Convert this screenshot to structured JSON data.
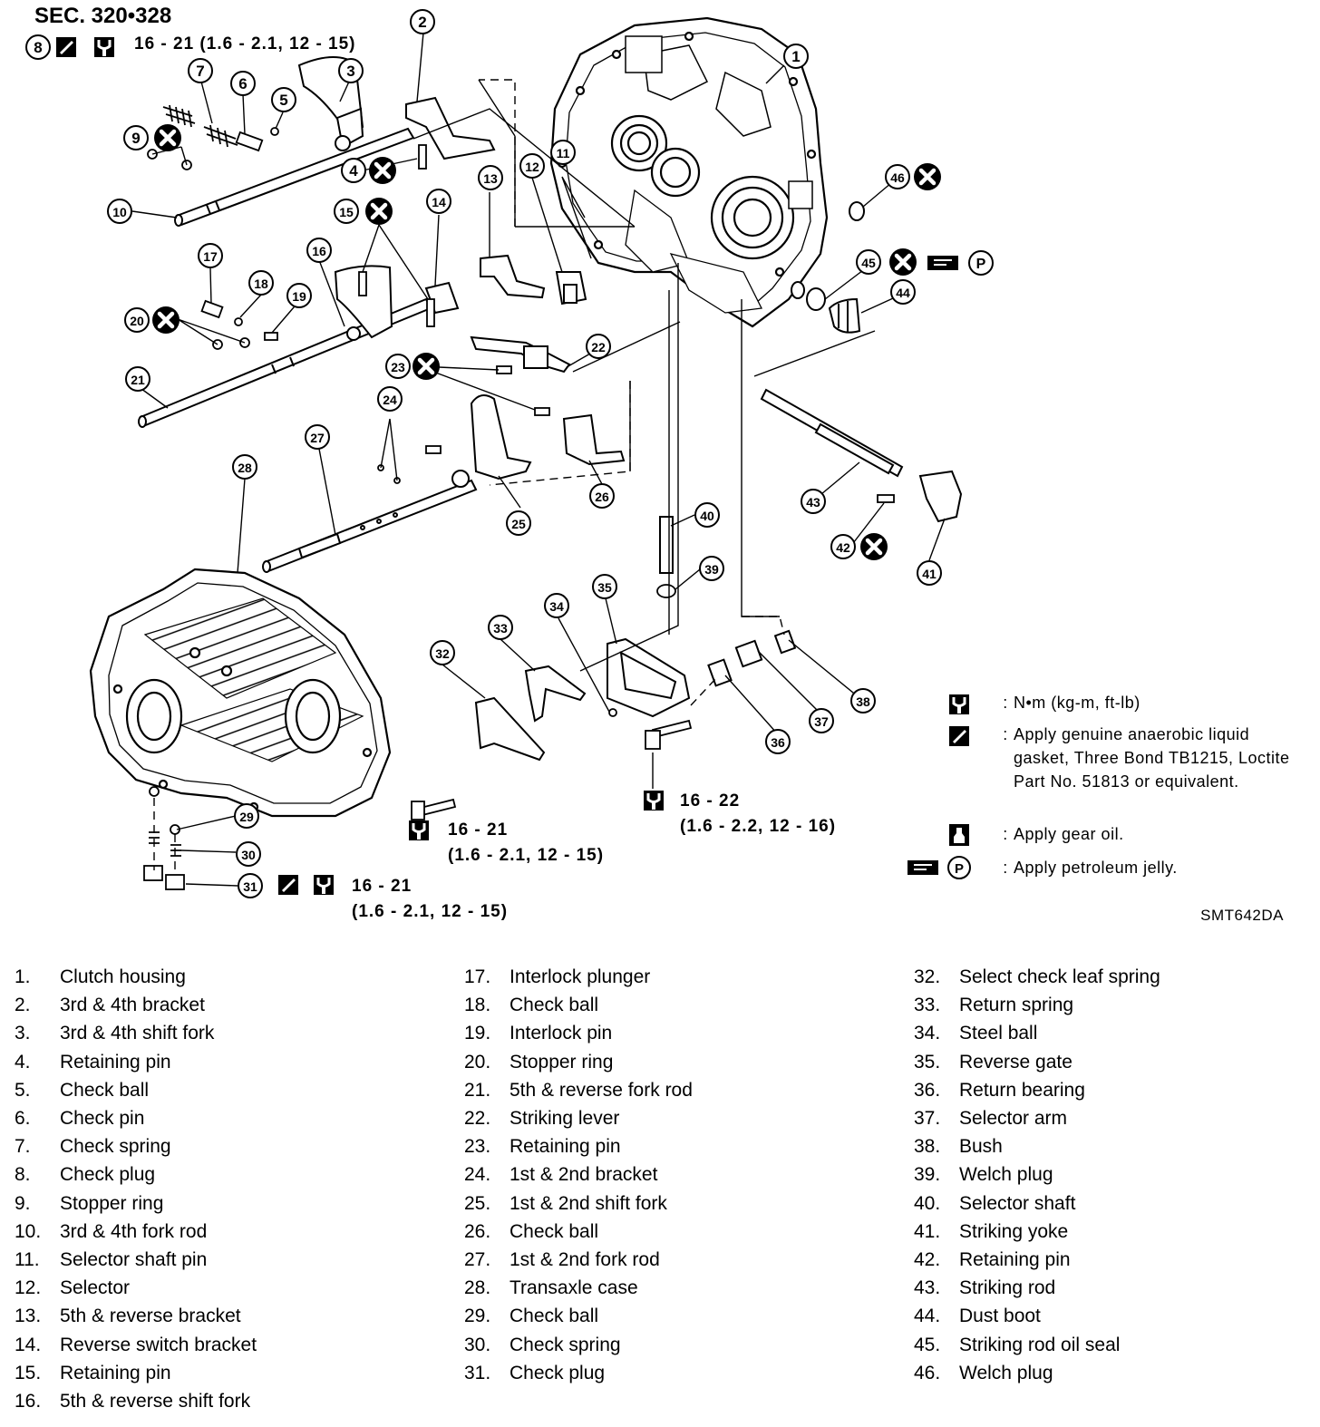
{
  "header": {
    "section": "SEC. 320•328",
    "top_callout_number": "8",
    "top_torque": "16 - 21 (1.6 - 2.1, 12 - 15)"
  },
  "torque_callouts": [
    {
      "line1": "16 - 21",
      "line2": "(1.6 - 2.1, 12 - 15)"
    },
    {
      "line1": "16 - 22",
      "line2": "(1.6 - 2.2, 12 - 16)"
    },
    {
      "line1": "16 - 21",
      "line2": "(1.6 - 2.1, 12 - 15)"
    }
  ],
  "legend": [
    {
      "icon": "torque-wrench-icon",
      "text": "N•m (kg-m, ft-lb)"
    },
    {
      "icon": "liquid-gasket-icon",
      "text": "Apply genuine anaerobic liquid gasket, Three Bond TB1215, Loctite Part No. 51813 or equivalent."
    },
    {
      "icon": "gear-oil-icon",
      "text": "Apply gear oil."
    },
    {
      "icon": "petroleum-jelly-icon",
      "text": "Apply petroleum jelly."
    }
  ],
  "figure_code": "SMT642DA",
  "callouts": [
    "1",
    "2",
    "3",
    "4",
    "5",
    "6",
    "7",
    "8",
    "9",
    "10",
    "11",
    "12",
    "13",
    "14",
    "15",
    "16",
    "17",
    "18",
    "19",
    "20",
    "21",
    "22",
    "23",
    "24",
    "25",
    "26",
    "27",
    "28",
    "29",
    "30",
    "31",
    "32",
    "33",
    "34",
    "35",
    "36",
    "37",
    "38",
    "39",
    "40",
    "41",
    "42",
    "43",
    "44",
    "45",
    "46"
  ],
  "parts": [
    {
      "num": "1.",
      "name": "Clutch housing"
    },
    {
      "num": "2.",
      "name": "3rd & 4th bracket"
    },
    {
      "num": "3.",
      "name": "3rd & 4th shift fork"
    },
    {
      "num": "4.",
      "name": "Retaining pin"
    },
    {
      "num": "5.",
      "name": "Check ball"
    },
    {
      "num": "6.",
      "name": "Check pin"
    },
    {
      "num": "7.",
      "name": "Check spring"
    },
    {
      "num": "8.",
      "name": "Check plug"
    },
    {
      "num": "9.",
      "name": "Stopper ring"
    },
    {
      "num": "10.",
      "name": "3rd & 4th fork rod"
    },
    {
      "num": "11.",
      "name": "Selector shaft pin"
    },
    {
      "num": "12.",
      "name": "Selector"
    },
    {
      "num": "13.",
      "name": "5th & reverse bracket"
    },
    {
      "num": "14.",
      "name": "Reverse switch bracket"
    },
    {
      "num": "15.",
      "name": "Retaining pin"
    },
    {
      "num": "16.",
      "name": "5th & reverse shift fork"
    },
    {
      "num": "17.",
      "name": "Interlock plunger"
    },
    {
      "num": "18.",
      "name": "Check ball"
    },
    {
      "num": "19.",
      "name": "Interlock pin"
    },
    {
      "num": "20.",
      "name": "Stopper ring"
    },
    {
      "num": "21.",
      "name": "5th & reverse fork rod"
    },
    {
      "num": "22.",
      "name": "Striking lever"
    },
    {
      "num": "23.",
      "name": "Retaining pin"
    },
    {
      "num": "24.",
      "name": "1st & 2nd bracket"
    },
    {
      "num": "25.",
      "name": "1st & 2nd shift fork"
    },
    {
      "num": "26.",
      "name": "Check ball"
    },
    {
      "num": "27.",
      "name": "1st & 2nd fork rod"
    },
    {
      "num": "28.",
      "name": "Transaxle case"
    },
    {
      "num": "29.",
      "name": "Check ball"
    },
    {
      "num": "30.",
      "name": "Check spring"
    },
    {
      "num": "31.",
      "name": "Check plug"
    },
    {
      "num": "32.",
      "name": "Select check leaf spring"
    },
    {
      "num": "33.",
      "name": "Return spring"
    },
    {
      "num": "34.",
      "name": "Steel ball"
    },
    {
      "num": "35.",
      "name": "Reverse gate"
    },
    {
      "num": "36.",
      "name": "Return bearing"
    },
    {
      "num": "37.",
      "name": "Selector arm"
    },
    {
      "num": "38.",
      "name": "Bush"
    },
    {
      "num": "39.",
      "name": "Welch plug"
    },
    {
      "num": "40.",
      "name": "Selector shaft"
    },
    {
      "num": "41.",
      "name": "Striking yoke"
    },
    {
      "num": "42.",
      "name": "Retaining pin"
    },
    {
      "num": "43.",
      "name": "Striking rod"
    },
    {
      "num": "44.",
      "name": "Dust boot"
    },
    {
      "num": "45.",
      "name": "Striking rod oil seal"
    },
    {
      "num": "46.",
      "name": "Welch plug"
    }
  ]
}
